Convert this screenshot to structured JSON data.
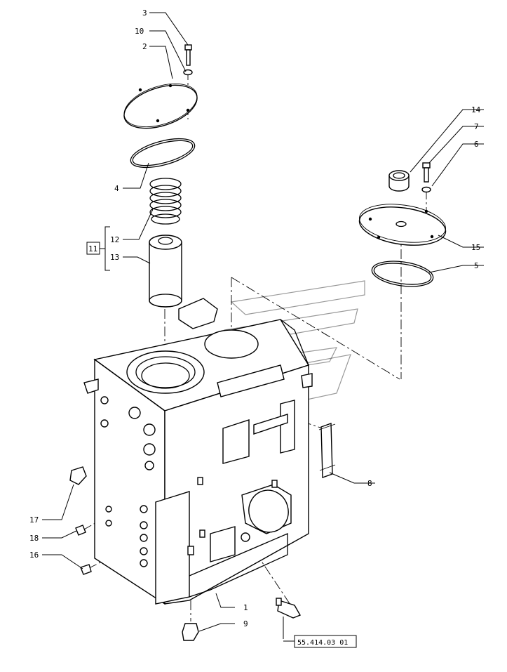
{
  "callouts": [
    {
      "id": "c3",
      "text": "3"
    },
    {
      "id": "c10",
      "text": "10"
    },
    {
      "id": "c2",
      "text": "2"
    },
    {
      "id": "c4",
      "text": "4"
    },
    {
      "id": "c12",
      "text": "12"
    },
    {
      "id": "c11",
      "text": "11"
    },
    {
      "id": "c13",
      "text": "13"
    },
    {
      "id": "c14",
      "text": "14"
    },
    {
      "id": "c7",
      "text": "7"
    },
    {
      "id": "c6",
      "text": "6"
    },
    {
      "id": "c15",
      "text": "15"
    },
    {
      "id": "c5",
      "text": "5"
    },
    {
      "id": "c8",
      "text": "8"
    },
    {
      "id": "c17",
      "text": "17"
    },
    {
      "id": "c18",
      "text": "18"
    },
    {
      "id": "c16",
      "text": "16"
    },
    {
      "id": "c1",
      "text": "1"
    },
    {
      "id": "c9",
      "text": "9"
    }
  ],
  "reference_box": "55.414.03 01",
  "colors": {
    "line": "#000000",
    "background": "#ffffff",
    "watermark": "#444444"
  }
}
